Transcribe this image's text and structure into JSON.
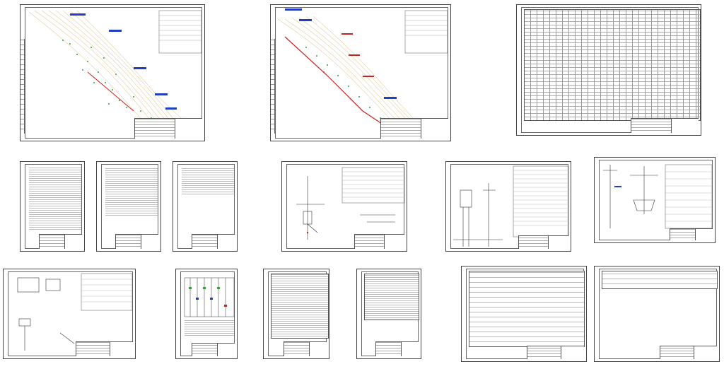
{
  "sheets": [
    {
      "id": "map-1"
    },
    {
      "id": "map-2"
    },
    {
      "id": "table-wide"
    },
    {
      "id": "text-1"
    },
    {
      "id": "text-2"
    },
    {
      "id": "text-3"
    },
    {
      "id": "schematic-1"
    },
    {
      "id": "pole-drawing"
    },
    {
      "id": "pole-detail"
    },
    {
      "id": "ground-detail"
    },
    {
      "id": "wiring-diagram"
    },
    {
      "id": "spec-table-1"
    },
    {
      "id": "spec-table-2"
    },
    {
      "id": "materials-list-1"
    },
    {
      "id": "materials-list-2"
    }
  ],
  "colors": {
    "paper": "#ffffff",
    "frame": "#444444",
    "terrain_line": "#d4b46a",
    "vegetation": "#3c9a3c",
    "route_red": "#cc1f1f",
    "annotation_blue": "#1f3fbf"
  },
  "icons": [
    "north-arrow-icon",
    "route-marker-icon",
    "pole-symbol-icon",
    "ground-symbol-icon"
  ]
}
